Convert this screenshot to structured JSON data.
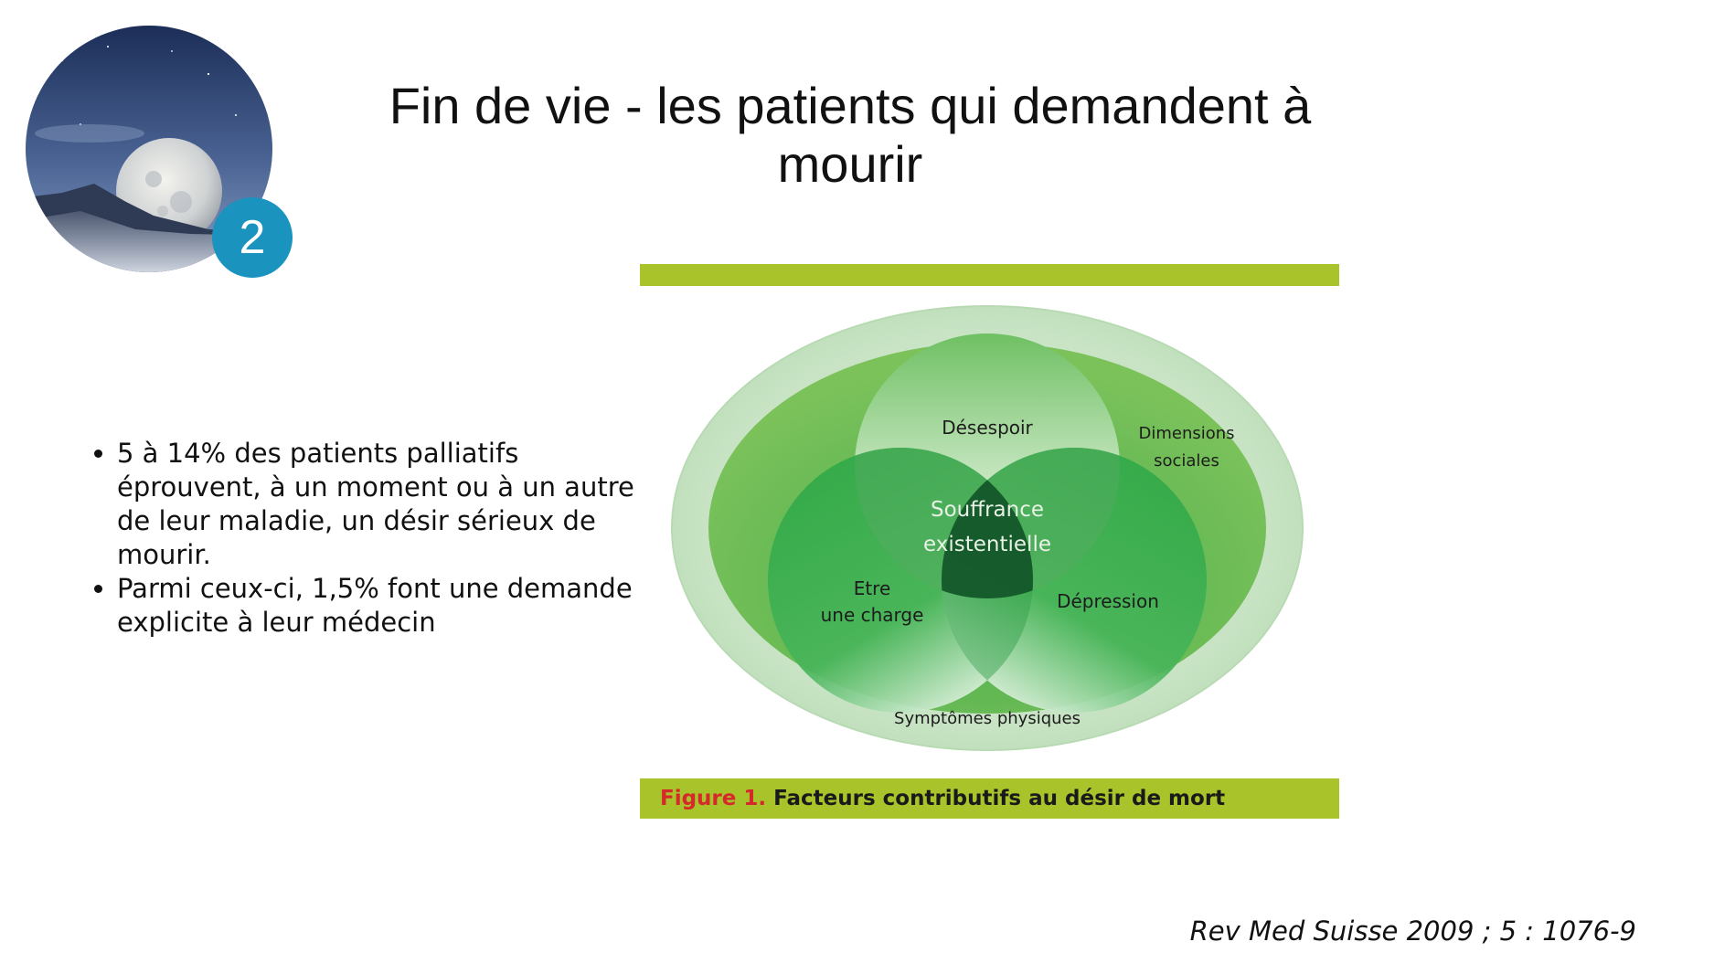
{
  "slide": {
    "badge_number": "2",
    "title": "Fin de vie - les patients qui demandent à mourir",
    "bullets": [
      "5 à 14% des patients palliatifs éprouvent, à un moment ou à un autre de leur maladie, un désir sérieux de mourir.",
      "Parmi ceux-ci, 1,5% font une demande explicite à leur médecin"
    ],
    "reference": "Rev Med Suisse 2009 ; 5 : 1076-9"
  },
  "figure": {
    "caption_label": "Figure 1.",
    "caption_text": "Facteurs contributifs au désir de mort",
    "labels": {
      "desespoir": "Désespoir",
      "dimensions_line1": "Dimensions",
      "dimensions_line2": "sociales",
      "souffrance_line1": "Souffrance",
      "souffrance_line2": "existentielle",
      "charge_line1": "Etre",
      "charge_line2": "une charge",
      "depression": "Dépression",
      "symptomes": "Symptômes physiques"
    }
  },
  "colors": {
    "accent_green": "#a8c42a",
    "badge_blue": "#1a93bf",
    "caption_red": "#d62a2a"
  }
}
